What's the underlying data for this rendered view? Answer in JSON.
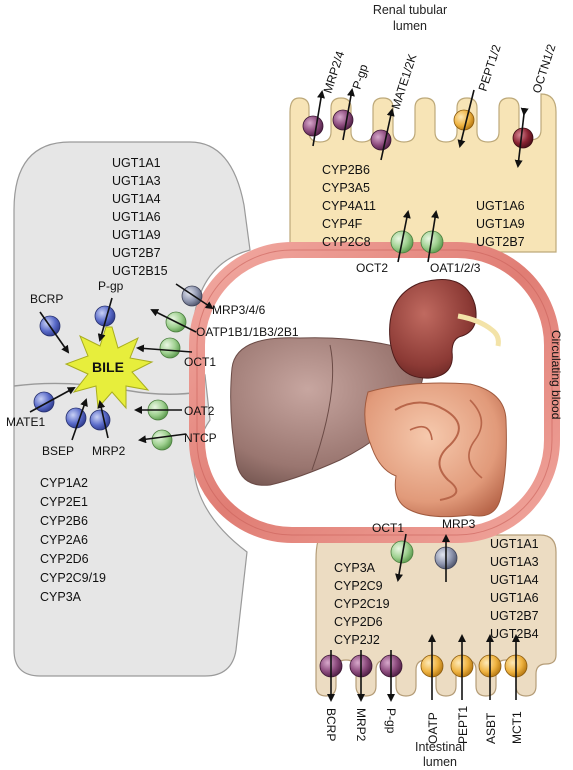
{
  "renal": {
    "title": [
      "Renal tubular",
      "lumen"
    ],
    "apical": [
      "MRP2/4",
      "P-gp",
      "MATE1/2K",
      "PEPT1/2",
      "OCTN1/2"
    ],
    "enzymes_left": [
      "CYP2B6",
      "CYP3A5",
      "CYP4A11",
      "CYP4F",
      "CYP2C8"
    ],
    "enzymes_right": [
      "UGT1A6",
      "UGT1A9",
      "UGT2B7"
    ],
    "basolateral": [
      "OCT2",
      "OAT1/2/3"
    ]
  },
  "liver": {
    "ugt": [
      "UGT1A1",
      "UGT1A3",
      "UGT1A4",
      "UGT1A6",
      "UGT1A9",
      "UGT2B7",
      "UGT2B15"
    ],
    "cyp": [
      "CYP1A2",
      "CYP2E1",
      "CYP2B6",
      "CYP2A6",
      "CYP2D6",
      "CYP2C9/19",
      "CYP3A"
    ],
    "bile": "BILE",
    "canalicular": [
      "BCRP",
      "P-gp",
      "MATE1",
      "BSEP",
      "MRP2"
    ],
    "sinusoidal": [
      "MRP3/4/6",
      "OATP1B1/1B3/2B1",
      "OCT1",
      "OAT2",
      "NTCP"
    ]
  },
  "blood": {
    "label": "Circulating blood"
  },
  "intestine": {
    "basolateral": [
      "OCT1",
      "MRP3"
    ],
    "enzymes_left": [
      "CYP3A",
      "CYP2C9",
      "CYP2C19",
      "CYP2D6",
      "CYP2J2"
    ],
    "enzymes_right": [
      "UGT1A1",
      "UGT1A3",
      "UGT1A4",
      "UGT1A6",
      "UGT2B7",
      "UGT2B4"
    ],
    "apical": [
      "BCRP",
      "MRP2",
      "P-gp",
      "OATP",
      "PEPT1",
      "ASBT",
      "MCT1"
    ],
    "title": [
      "Intestinal",
      "lumen"
    ]
  },
  "colors": {
    "liver_cell": "#e6e6e6",
    "kidney_cell": "#f7e4b6",
    "intestine_cell": "#ecdcc2",
    "blood_ring": "#e98c84",
    "blue_transporter": "#5a6bc9",
    "green_transporter": "#9ed08f",
    "purple_transporter": "#8b4a7c",
    "orange_transporter": "#efb341",
    "darkred_transporter": "#8a2232",
    "gray_transporter": "#8e95ae",
    "bile": "#e7ee3c"
  }
}
